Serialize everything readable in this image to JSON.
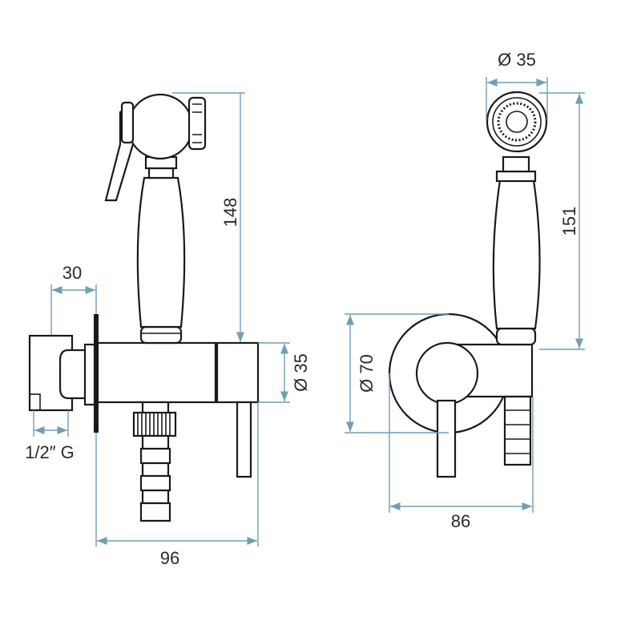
{
  "dimensions": {
    "wall_depth": "30",
    "thread": "1/2″ G",
    "side_height": "148",
    "body_diameter": "Ø 35",
    "total_width": "96",
    "head_diameter": "Ø 35",
    "front_height": "151",
    "flange_diameter": "Ø 70",
    "front_width": "86"
  },
  "colors": {
    "dimension": "#6f9fb3",
    "outline": "#1a1a1a"
  }
}
